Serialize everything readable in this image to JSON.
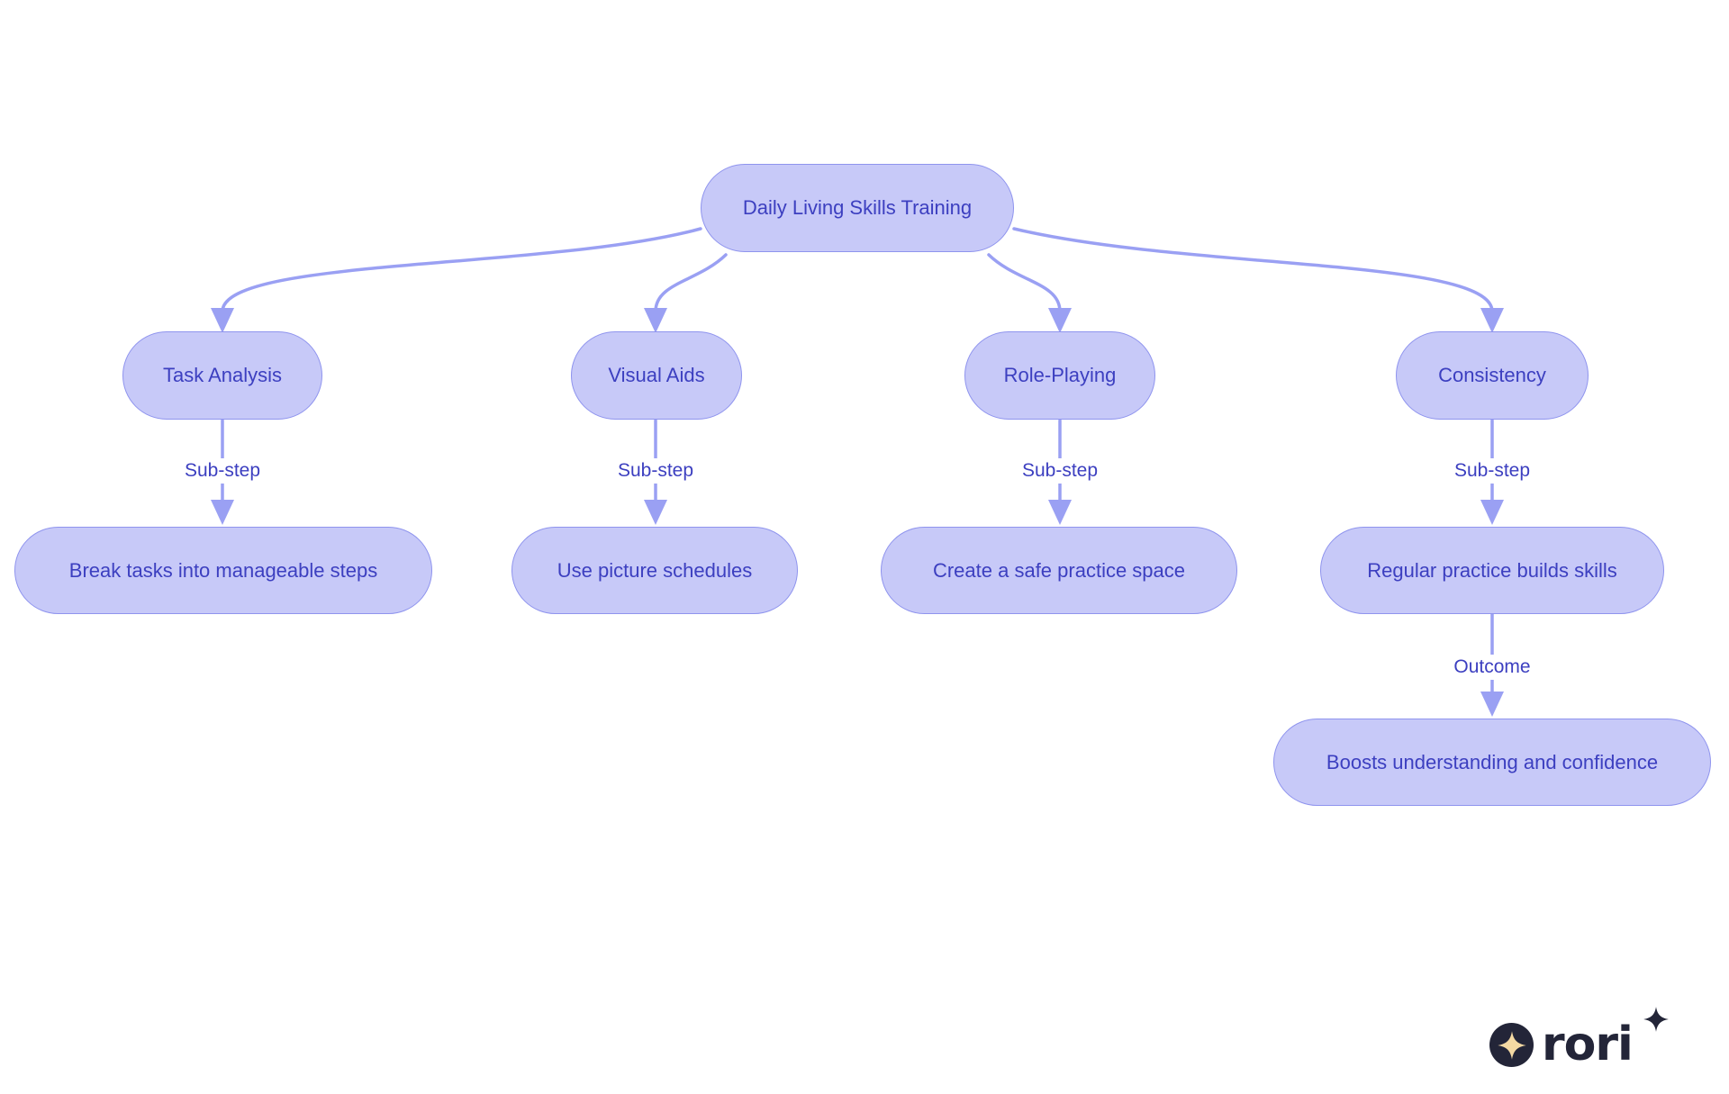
{
  "colors": {
    "background": "#ffffff",
    "node_fill": "#c7c9f8",
    "node_border": "#8f94ee",
    "node_text": "#3c3fc0",
    "edge": "#9aa0f3",
    "edge_label_text": "#3c3fc0",
    "logo_navy": "#232538",
    "logo_gold": "#f4d9a3"
  },
  "diagram": {
    "type": "flowchart",
    "nodes": {
      "root": {
        "label": "Daily Living Skills Training"
      },
      "task_analysis": {
        "label": "Task Analysis"
      },
      "visual_aids": {
        "label": "Visual Aids"
      },
      "role_playing": {
        "label": "Role-Playing"
      },
      "consistency": {
        "label": "Consistency"
      },
      "break_tasks": {
        "label": "Break tasks into manageable steps"
      },
      "picture_schedules": {
        "label": "Use picture schedules"
      },
      "safe_space": {
        "label": "Create a safe practice space"
      },
      "regular_practice": {
        "label": "Regular practice builds skills"
      },
      "boosts_confidence": {
        "label": "Boosts understanding and confidence"
      }
    },
    "edge_labels": {
      "task_analysis_substep": "Sub-step",
      "visual_aids_substep": "Sub-step",
      "role_playing_substep": "Sub-step",
      "consistency_substep": "Sub-step",
      "outcome": "Outcome"
    }
  },
  "logo": {
    "brand": "rori",
    "badge_icon": "four-point-star",
    "sparkle_icon": "four-point-star"
  }
}
